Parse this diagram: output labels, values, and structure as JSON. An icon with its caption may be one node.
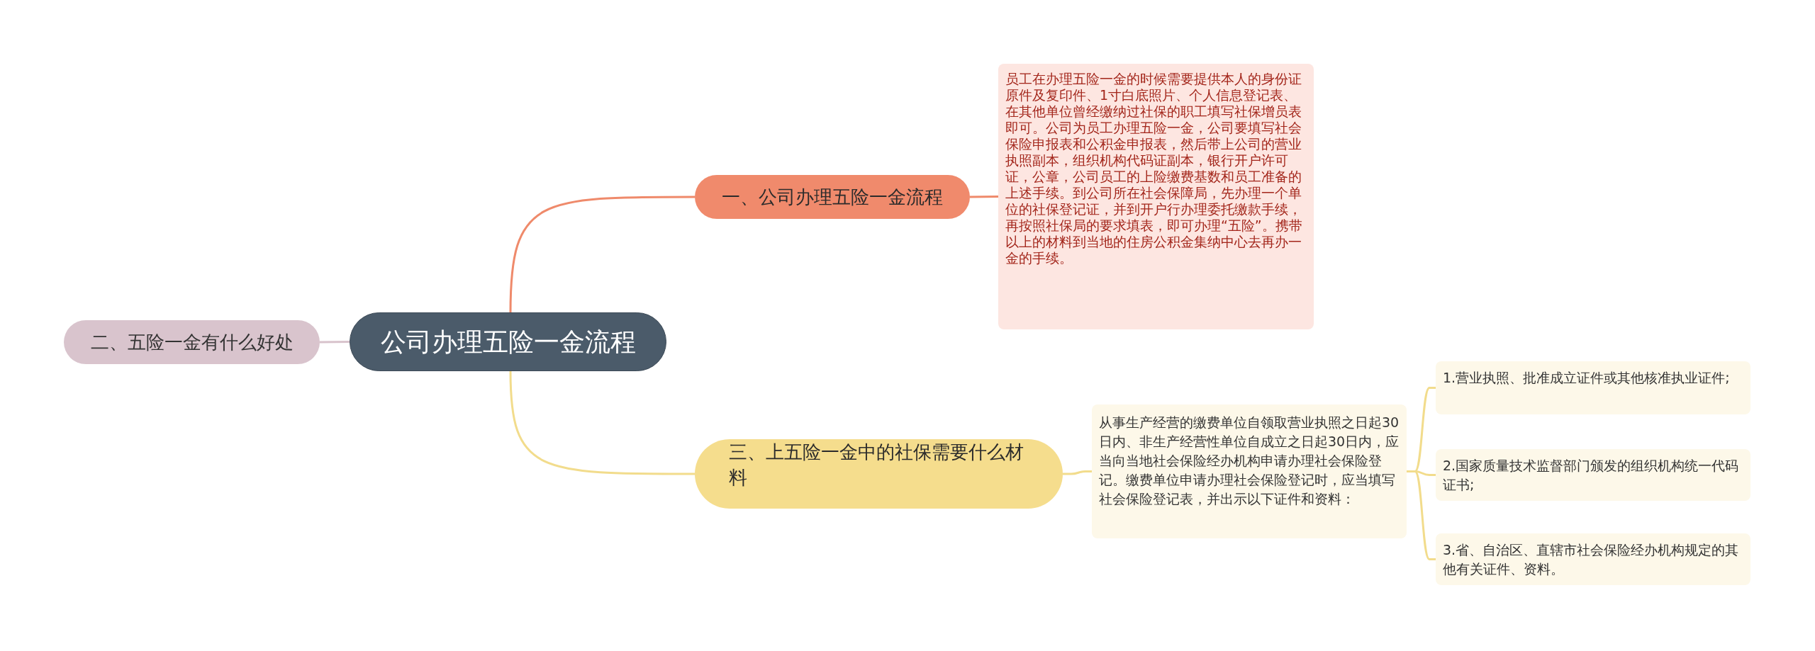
{
  "diagram": {
    "nodes": [
      {
        "text": [
          "公司办理五险一金流程"
        ]
      },
      {
        "text": [
          "二、五险一金有什么好处"
        ]
      },
      {
        "text": [
          "一、公司办理五险一金流程"
        ]
      },
      {
        "text": [
          "员工在办理五险一金的时候需要提供本人的身份证原件及复印件、1寸白底照片、个人信息登记表、在其他单位曾经缴纳过社保的职工填写社保增员表即可。公司为员工办理五险一金，公司要填写社会保险申报表和公积金申报表，然后带上公司的营业执照副本，组织机构代码证副本，银行开户许可证，公章，公司员工的上险缴费基数和员工准备的上述手续。到公司所在社会保障局，先办理一个单位的社保登记证，并到开户行办理委托缴款手续，再按照社保局的要求填表，即可办理“五险”。携带以上的材料到当地的住房公积金集纳中心去再办一金的手续。"
        ]
      },
      {
        "text": [
          "三、上五险一金中的社保需要什么材料"
        ]
      },
      {
        "text": [
          "从事生产经营的缴费单位自领取营业执照之日起30日内、非生产经营性单位自成立之日起30日内，应当向当地社会保险经办机构申请办理社会保险登记。缴费单位申请办理社会保险登记时，应当填写社会保险登记表，并出示以下证件和资料："
        ]
      },
      {
        "text": [
          "1.营业执照、批准成立证件或其他核准执业证件;"
        ]
      },
      {
        "text": [
          "2.国家质量技术监督部门颁发的组织机构统一代码证书;"
        ]
      },
      {
        "text": [
          "3.省、自治区、直辖市社会保险经办机构规定的其他有关证件、资料。"
        ]
      }
    ],
    "edges": [
      {
        "from": 0,
        "to": 1,
        "arrow": "none",
        "color": "#d8c3cc"
      },
      {
        "from": 0,
        "to": 2,
        "arrow": "none",
        "color": "#ef8a6b"
      },
      {
        "from": 2,
        "to": 3,
        "arrow": "none",
        "color": "#ef8a6b"
      },
      {
        "from": 0,
        "to": 4,
        "arrow": "none",
        "color": "#f2dc8c"
      },
      {
        "from": 4,
        "to": 5,
        "arrow": "none",
        "color": "#f2dc8c"
      },
      {
        "from": 5,
        "to": 6,
        "arrow": "none",
        "color": "#f2dc8c"
      },
      {
        "from": 5,
        "to": 7,
        "arrow": "none",
        "color": "#f2dc8c"
      },
      {
        "from": 5,
        "to": 8,
        "arrow": "none",
        "color": "#f2dc8c"
      }
    ]
  }
}
